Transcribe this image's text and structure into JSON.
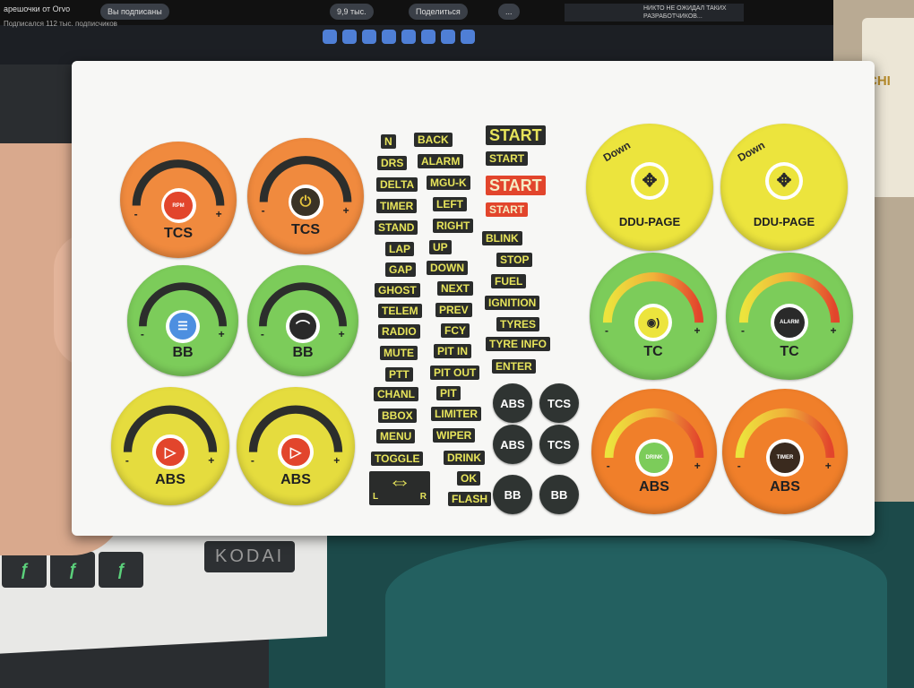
{
  "monitor": {
    "title": "арешочки от Orvo",
    "subscribers": "Подписался 112 тыс. подписчиков",
    "chips": [
      "Вы подписаны",
      "9,9 тыс.",
      "Поделиться",
      "..."
    ],
    "banner_text": "НИКТО НЕ ОЖИДАЛ ТАКИХ РАЗРАБОТЧИКОВ..."
  },
  "background": {
    "cup_label": "CHI",
    "keyboard_brand": "KODAI"
  },
  "big_buttons": [
    {
      "id": "tcs-rpm",
      "label": "TCS",
      "color": "#f08a3e",
      "center": "RPM",
      "center_color": "#e2452c",
      "arc": "dark",
      "minus": "-",
      "plus": "+"
    },
    {
      "id": "tcs-power",
      "label": "TCS",
      "color": "#f08a3e",
      "center": "",
      "center_color": "#3a3326",
      "arc": "dark",
      "minus": "-",
      "plus": "+"
    },
    {
      "id": "bb-light",
      "label": "BB",
      "color": "#7ccc5a",
      "center": "",
      "center_color": "#4d8fe0",
      "arc": "dark",
      "minus": "-",
      "plus": "+"
    },
    {
      "id": "bb-wiper",
      "label": "BB",
      "color": "#7ccc5a",
      "center": "",
      "center_color": "#2a2a2a",
      "arc": "dark",
      "minus": "-",
      "plus": "+"
    },
    {
      "id": "abs-1",
      "label": "ABS",
      "color": "#e5dc3e",
      "center": "",
      "center_color": "#e2452c",
      "arc": "dark",
      "minus": "-",
      "plus": "+"
    },
    {
      "id": "abs-2",
      "label": "ABS",
      "color": "#e5dc3e",
      "center": "",
      "center_color": "#e2452c",
      "arc": "dark",
      "minus": "-",
      "plus": "+"
    },
    {
      "id": "ddu-1",
      "label": "DDU-PAGE",
      "color": "#ece43d",
      "center": "",
      "center_color": "#ece43d",
      "arc": "none",
      "down": "Down"
    },
    {
      "id": "ddu-2",
      "label": "DDU-PAGE",
      "color": "#ece43d",
      "center": "",
      "center_color": "#ece43d",
      "arc": "none",
      "down": "Down"
    },
    {
      "id": "tc-sound",
      "label": "TC",
      "color": "#7ccc5a",
      "center": "",
      "center_color": "#ece43d",
      "arc": "grad",
      "minus": "-",
      "plus": "+"
    },
    {
      "id": "tc-alarm",
      "label": "TC",
      "color": "#7ccc5a",
      "center": "ALARM",
      "center_color": "#2a2a2a",
      "arc": "grad",
      "minus": "-",
      "plus": "+"
    },
    {
      "id": "abs-drink",
      "label": "ABS",
      "color": "#f07f2a",
      "center": "DRINK",
      "center_color": "#7ccc5a",
      "arc": "grad",
      "minus": "-",
      "plus": "+"
    },
    {
      "id": "abs-timer",
      "label": "ABS",
      "color": "#f07f2a",
      "center": "TIMER",
      "center_color": "#3a2a1e",
      "arc": "grad",
      "minus": "-",
      "plus": "+"
    }
  ],
  "tags": [
    "N",
    "BACK",
    "DRS",
    "ALARM",
    "DELTA",
    "MGU-K",
    "TIMER",
    "LEFT",
    "STAND",
    "RIGHT",
    "LAP",
    "UP",
    "GAP",
    "DOWN",
    "GHOST",
    "NEXT",
    "TELEM",
    "PREV",
    "RADIO",
    "FCY",
    "MUTE",
    "PIT IN",
    "PTT",
    "PIT OUT",
    "CHANL",
    "PIT",
    "BBOX",
    "LIMITER",
    "MENU",
    "WIPER",
    "TOGGLE",
    "DRINK",
    "OK",
    "FLASH",
    "START",
    "START",
    "START",
    "START",
    "BLINK",
    "STOP",
    "FUEL",
    "IGNITION",
    "TYRES",
    "TYRE INFO",
    "ENTER"
  ],
  "toggle_switch": {
    "left": "L",
    "right": "R"
  },
  "small_buttons": [
    "ABS",
    "TCS",
    "ABS",
    "TCS",
    "BB",
    "BB"
  ]
}
